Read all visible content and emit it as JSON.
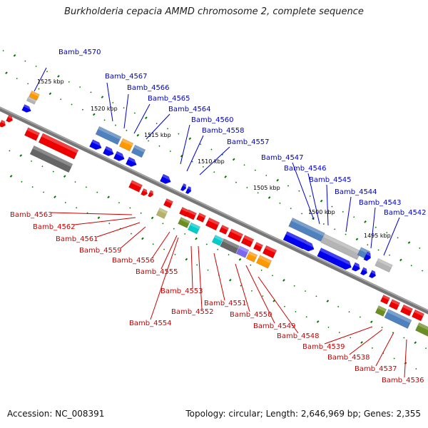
{
  "title": "Burkholderia cepacia AMMD chromosome 2, complete sequence",
  "footer": {
    "accession": "Accession: NC_008391",
    "summary": "Topology: circular; Length: 2,646,969 bp; Genes: 2,355"
  },
  "colors": {
    "forward_label": "#0000cc",
    "reverse_label": "#cc0000",
    "backbone": "#808080",
    "tick": "#007700",
    "gene_red": "#ee0000",
    "gene_blue": "#0000ee",
    "gene_steelblue": "#4f81bd",
    "gene_orange": "#ff9900",
    "gene_gray": "#666666",
    "gene_lightgray": "#b4b4b4",
    "gene_cyan": "#00cccc",
    "gene_olive": "#6b8e23",
    "gene_khaki": "#b5b36a",
    "gene_purple": "#7b68ee"
  },
  "kbp_labels": [
    "1525 kbp",
    "1520 kbp",
    "1515 kbp",
    "1510 kbp",
    "1505 kbp",
    "1500 kbp",
    "1495 kbp"
  ],
  "forward_genes": [
    "Bamb_4570",
    "Bamb_4567",
    "Bamb_4566",
    "Bamb_4565",
    "Bamb_4564",
    "Bamb_4560",
    "Bamb_4558",
    "Bamb_4557",
    "Bamb_4547",
    "Bamb_4546",
    "Bamb_4545",
    "Bamb_4544",
    "Bamb_4543",
    "Bamb_4542"
  ],
  "reverse_genes": [
    "Bamb_4563",
    "Bamb_4562",
    "Bamb_4561",
    "Bamb_4559",
    "Bamb_4556",
    "Bamb_4555",
    "Bamb_4553",
    "Bamb_4552",
    "Bamb_4554",
    "Bamb_4551",
    "Bamb_4550",
    "Bamb_4549",
    "Bamb_4548",
    "Bamb_4539",
    "Bamb_4538",
    "Bamb_4537",
    "Bamb_4536"
  ]
}
